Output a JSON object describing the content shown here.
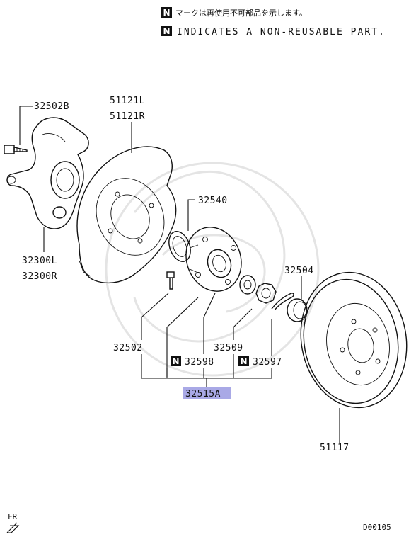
{
  "legend": {
    "badge": "N",
    "line_jp": "マークは再使用不可部品を示します。",
    "line_en": "INDICATES A NON-REUSABLE PART."
  },
  "labels": {
    "p32502B": "32502B",
    "p51121L": "51121L",
    "p51121R": "51121R",
    "p32540": "32540",
    "p32300L": "32300L",
    "p32300R": "32300R",
    "p32504": "32504",
    "p32502": "32502",
    "p32509": "32509",
    "p32598": "32598",
    "p32597": "32597",
    "p32515A": "32515A",
    "p51117": "51117"
  },
  "assembly_highlight_color": "#a9a9e6",
  "footer": {
    "fr_label": "FR",
    "diagram_code": "D00105"
  }
}
